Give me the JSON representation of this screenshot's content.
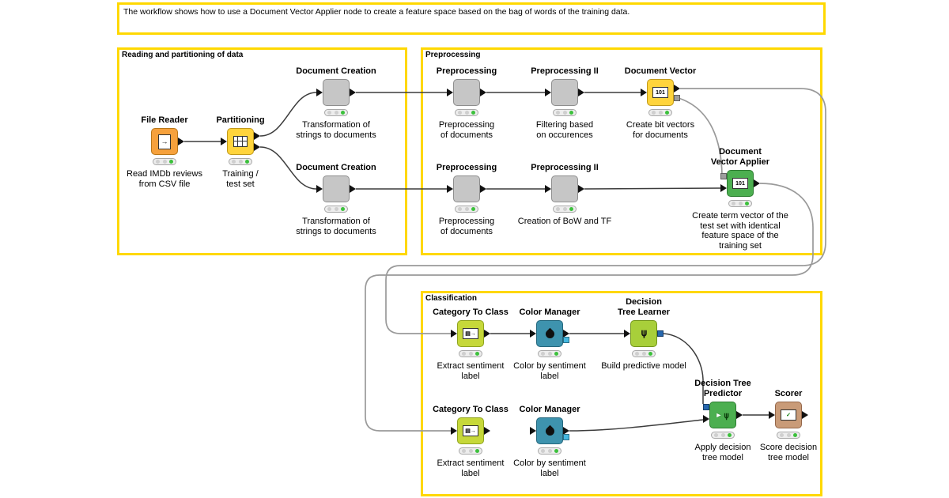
{
  "annotation": {
    "text": "The workflow shows how to use a Document Vector Applier node to create a feature space based on the bag of words of the training data."
  },
  "groups": [
    {
      "title": "Reading and partitioning of data"
    },
    {
      "title": "Preprocessing"
    },
    {
      "title": "Classification"
    }
  ],
  "palette": {
    "annotation_yellow": "#FFD800",
    "node_orange": "#F6A13C",
    "node_yellow": "#FFD43C",
    "node_gray": "#C6C6C6",
    "node_green": "#4CAF50",
    "node_lime": "#C6D83A",
    "node_learner_green": "#A8CF3A",
    "node_teal": "#3E93AE",
    "node_tan": "#C99B78",
    "port_blue": "#2667AE",
    "port_gray": "#9E9E9E",
    "port_cyan": "#45B8E0",
    "status_green": "#3CC13C"
  },
  "icons": {
    "file_arrow": "→",
    "binary": "101",
    "table_arrow": "▤→",
    "fork_glyph": "⋔",
    "play": "►",
    "check": "✓"
  },
  "nodes": [
    {
      "name": "file-reader",
      "label": "File Reader",
      "caption": "Read IMDb reviews\nfrom CSV file",
      "status": "executed"
    },
    {
      "name": "partitioning",
      "label": "Partitioning",
      "caption": "Training /\ntest set",
      "status": "executed"
    },
    {
      "name": "document-creation-1",
      "label": "Document Creation",
      "caption": "Transformation of\nstrings to documents",
      "status": "executed"
    },
    {
      "name": "document-creation-2",
      "label": "Document Creation",
      "caption": "Transformation of\nstrings to documents",
      "status": "executed"
    },
    {
      "name": "preprocessing-1",
      "label": "Preprocessing",
      "caption": "Preprocessing\nof documents",
      "status": "executed"
    },
    {
      "name": "preprocessing-ii-1",
      "label": "Preprocessing II",
      "caption": "Filtering based\non occurences",
      "status": "executed"
    },
    {
      "name": "document-vector",
      "label": "Document Vector",
      "caption": "Create bit vectors\nfor documents",
      "status": "executed"
    },
    {
      "name": "preprocessing-2",
      "label": "Preprocessing",
      "caption": "Preprocessing\nof documents",
      "status": "executed"
    },
    {
      "name": "preprocessing-ii-2",
      "label": "Preprocessing II",
      "caption": "Creation of BoW and TF",
      "status": "executed"
    },
    {
      "name": "document-vector-applier",
      "label": "Document\nVector Applier",
      "caption": "Create term vector of the\ntest set with identical\nfeature space of the\ntraining set",
      "status": "executed"
    },
    {
      "name": "category-to-class-1",
      "label": "Category To Class",
      "caption": "Extract sentiment\nlabel",
      "status": "executed"
    },
    {
      "name": "color-manager-1",
      "label": "Color Manager",
      "caption": "Color by sentiment\nlabel",
      "status": "executed"
    },
    {
      "name": "decision-tree-learner",
      "label": "Decision\nTree Learner",
      "caption": "Build predictive model",
      "status": "executed"
    },
    {
      "name": "category-to-class-2",
      "label": "Category To Class",
      "caption": "Extract sentiment\nlabel",
      "status": "executed"
    },
    {
      "name": "color-manager-2",
      "label": "Color Manager",
      "caption": "Color by sentiment\nlabel",
      "status": "executed"
    },
    {
      "name": "decision-tree-predictor",
      "label": "Decision Tree\nPredictor",
      "caption": "Apply decision\ntree model",
      "status": "executed"
    },
    {
      "name": "scorer",
      "label": "Scorer",
      "caption": "Score decision\ntree model",
      "status": "executed"
    }
  ]
}
